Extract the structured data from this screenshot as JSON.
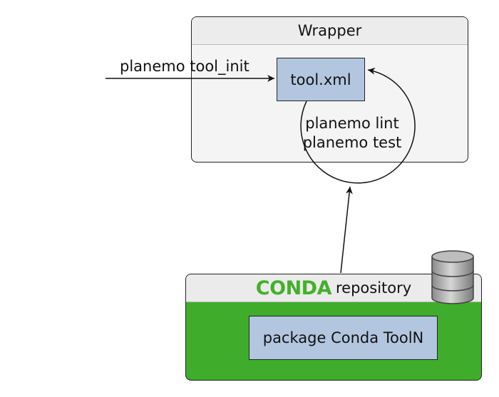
{
  "wrapper": {
    "title": "Wrapper",
    "tool_node": "tool.xml",
    "init_command": "planemo tool_init",
    "loop_commands": [
      "planemo lint",
      "planemo test"
    ]
  },
  "repository": {
    "logo_text": "CONDA",
    "title": "repository",
    "package_node": "package Conda ToolN",
    "icon": "database-icon"
  },
  "colors": {
    "wrapper_fill": "#f4f4f4",
    "node_fill": "#b3c6e0",
    "repo_fill": "#3fad2b",
    "conda_green": "#43b02a"
  }
}
